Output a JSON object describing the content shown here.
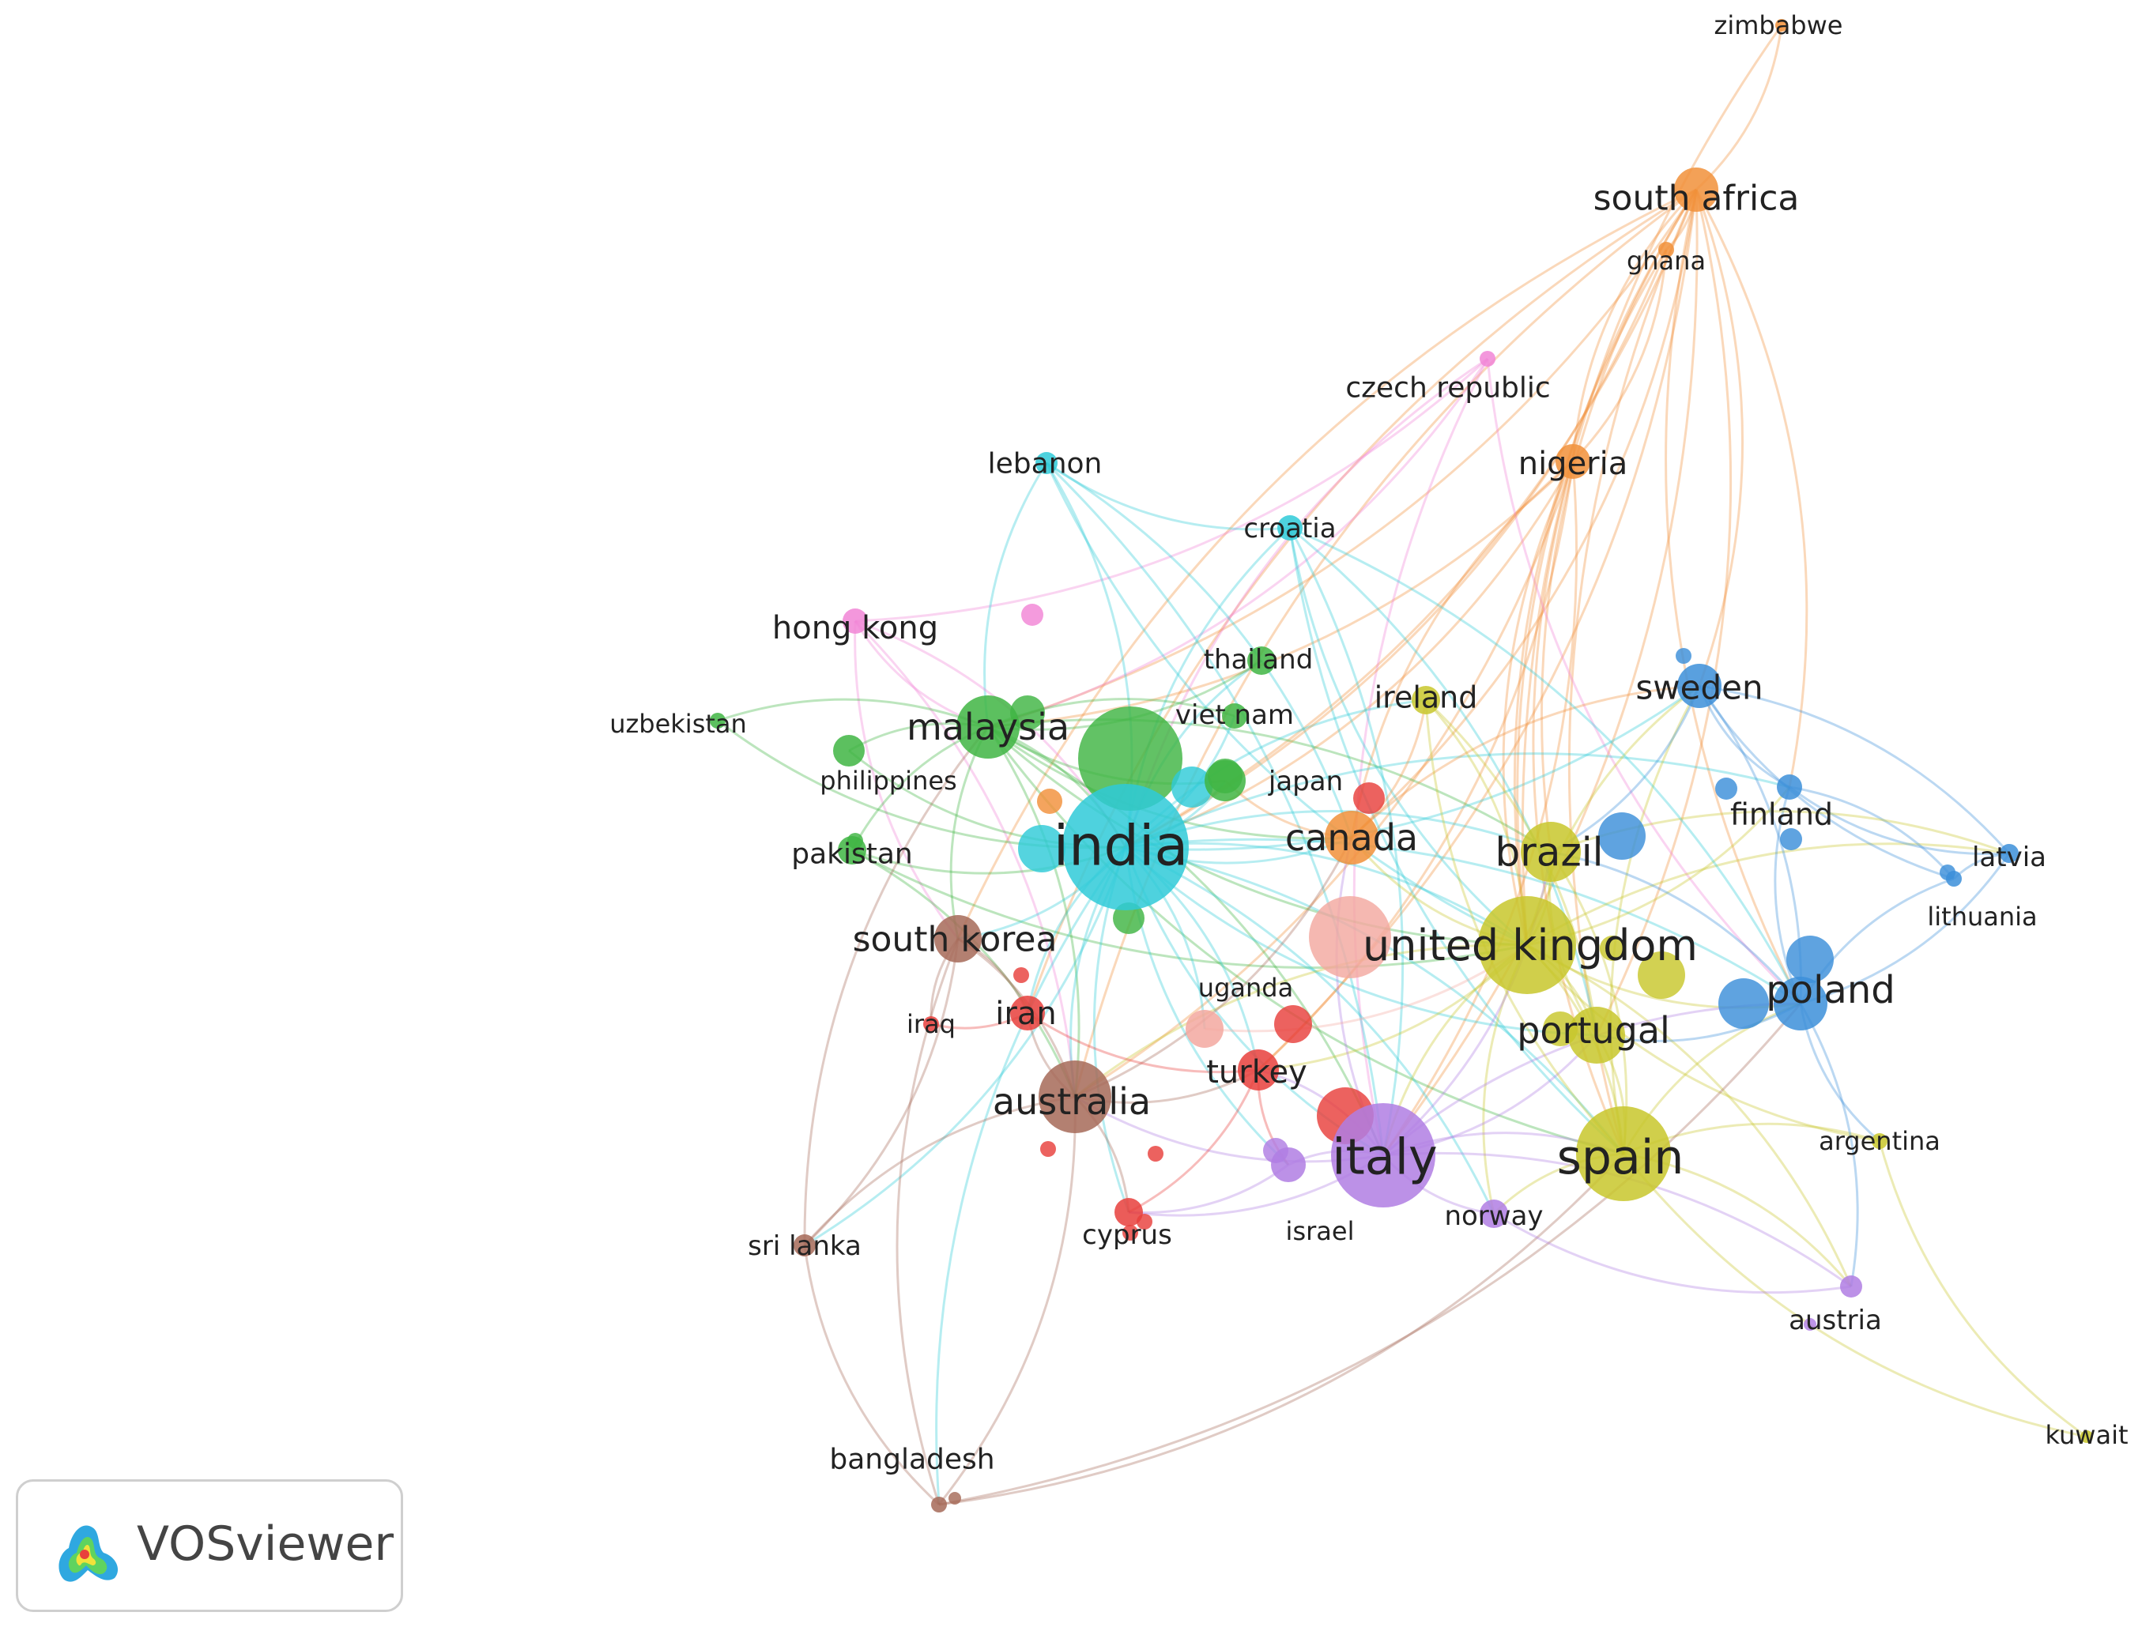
{
  "brand": {
    "name": "VOSviewer"
  },
  "clusters": {
    "red": "#e8403c",
    "green": "#3fb543",
    "blue": "#3c8fd9",
    "yellow": "#c8c72c",
    "purple": "#b07ee3",
    "cyan": "#2fcad8",
    "orange": "#f1903a",
    "brown": "#a66a58",
    "pink": "#f185d6",
    "salmon": "#f3a8a0"
  },
  "nodes": [
    {
      "id": "india",
      "label": "india",
      "cluster": "cyan",
      "weight": 10
    },
    {
      "id": "united-kingdom",
      "label": "united kingdom",
      "cluster": "yellow",
      "weight": 8.5
    },
    {
      "id": "italy",
      "label": "italy",
      "cluster": "purple",
      "weight": 8.2
    },
    {
      "id": "spain",
      "label": "spain",
      "cluster": "yellow",
      "weight": 7.6
    },
    {
      "id": "malaysia",
      "label": "malaysia",
      "cluster": "green",
      "weight": 5.5
    },
    {
      "id": "canada",
      "label": "canada",
      "cluster": "orange",
      "weight": 5.2
    },
    {
      "id": "brazil",
      "label": "brazil",
      "cluster": "yellow",
      "weight": 5.2
    },
    {
      "id": "portugal",
      "label": "portugal",
      "cluster": "yellow",
      "weight": 5
    },
    {
      "id": "poland",
      "label": "poland",
      "cluster": "blue",
      "weight": 5
    },
    {
      "id": "australia",
      "label": "australia",
      "cluster": "brown",
      "weight": 5
    },
    {
      "id": "south-korea",
      "label": "south korea",
      "cluster": "brown",
      "weight": 4.3
    },
    {
      "id": "south-africa",
      "label": "south africa",
      "cluster": "orange",
      "weight": 4.3
    },
    {
      "id": "sweden",
      "label": "sweden",
      "cluster": "blue",
      "weight": 4
    },
    {
      "id": "turkey",
      "label": "turkey",
      "cluster": "red",
      "weight": 3.6
    },
    {
      "id": "iran",
      "label": "iran",
      "cluster": "red",
      "weight": 3.6
    },
    {
      "id": "nigeria",
      "label": "nigeria",
      "cluster": "orange",
      "weight": 3.6
    },
    {
      "id": "hong-kong",
      "label": "hong kong",
      "cluster": "pink",
      "weight": 3.6
    },
    {
      "id": "ireland",
      "label": "ireland",
      "cluster": "yellow",
      "weight": 3.2
    },
    {
      "id": "pakistan",
      "label": "pakistan",
      "cluster": "green",
      "weight": 3.2
    },
    {
      "id": "finland",
      "label": "finland",
      "cluster": "blue",
      "weight": 3.2
    },
    {
      "id": "czech-republic",
      "label": "czech republic",
      "cluster": "pink",
      "weight": 3
    },
    {
      "id": "lebanon",
      "label": "lebanon",
      "cluster": "cyan",
      "weight": 3
    },
    {
      "id": "croatia",
      "label": "croatia",
      "cluster": "cyan",
      "weight": 3
    },
    {
      "id": "thailand",
      "label": "thailand",
      "cluster": "green",
      "weight": 3
    },
    {
      "id": "viet-nam",
      "label": "viet nam",
      "cluster": "green",
      "weight": 3
    },
    {
      "id": "japan",
      "label": "japan",
      "cluster": "green",
      "weight": 3
    },
    {
      "id": "norway",
      "label": "norway",
      "cluster": "purple",
      "weight": 3
    },
    {
      "id": "cyprus",
      "label": "cyprus",
      "cluster": "red",
      "weight": 3
    },
    {
      "id": "sri-lanka",
      "label": "sri lanka",
      "cluster": "brown",
      "weight": 3
    },
    {
      "id": "austria",
      "label": "austria",
      "cluster": "purple",
      "weight": 3
    },
    {
      "id": "bangladesh",
      "label": "bangladesh",
      "cluster": "brown",
      "weight": 3
    },
    {
      "id": "latvia",
      "label": "latvia",
      "cluster": "blue",
      "weight": 3
    },
    {
      "id": "philippines",
      "label": "philippines",
      "cluster": "green",
      "weight": 2.6
    },
    {
      "id": "uzbekistan",
      "label": "uzbekistan",
      "cluster": "green",
      "weight": 2.6
    },
    {
      "id": "ghana",
      "label": "ghana",
      "cluster": "orange",
      "weight": 2.6
    },
    {
      "id": "zimbabwe",
      "label": "zimbabwe",
      "cluster": "orange",
      "weight": 2.6
    },
    {
      "id": "uganda",
      "label": "uganda",
      "cluster": "salmon",
      "weight": 2.6
    },
    {
      "id": "iraq",
      "label": "iraq",
      "cluster": "red",
      "weight": 2.6
    },
    {
      "id": "israel",
      "label": "israel",
      "cluster": "purple",
      "weight": 2.6
    },
    {
      "id": "lithuania",
      "label": "lithuania",
      "cluster": "blue",
      "weight": 2.6
    },
    {
      "id": "argentina",
      "label": "argentina",
      "cluster": "yellow",
      "weight": 2.6
    },
    {
      "id": "kuwait",
      "label": "kuwait",
      "cluster": "yellow",
      "weight": 2.6
    }
  ]
}
